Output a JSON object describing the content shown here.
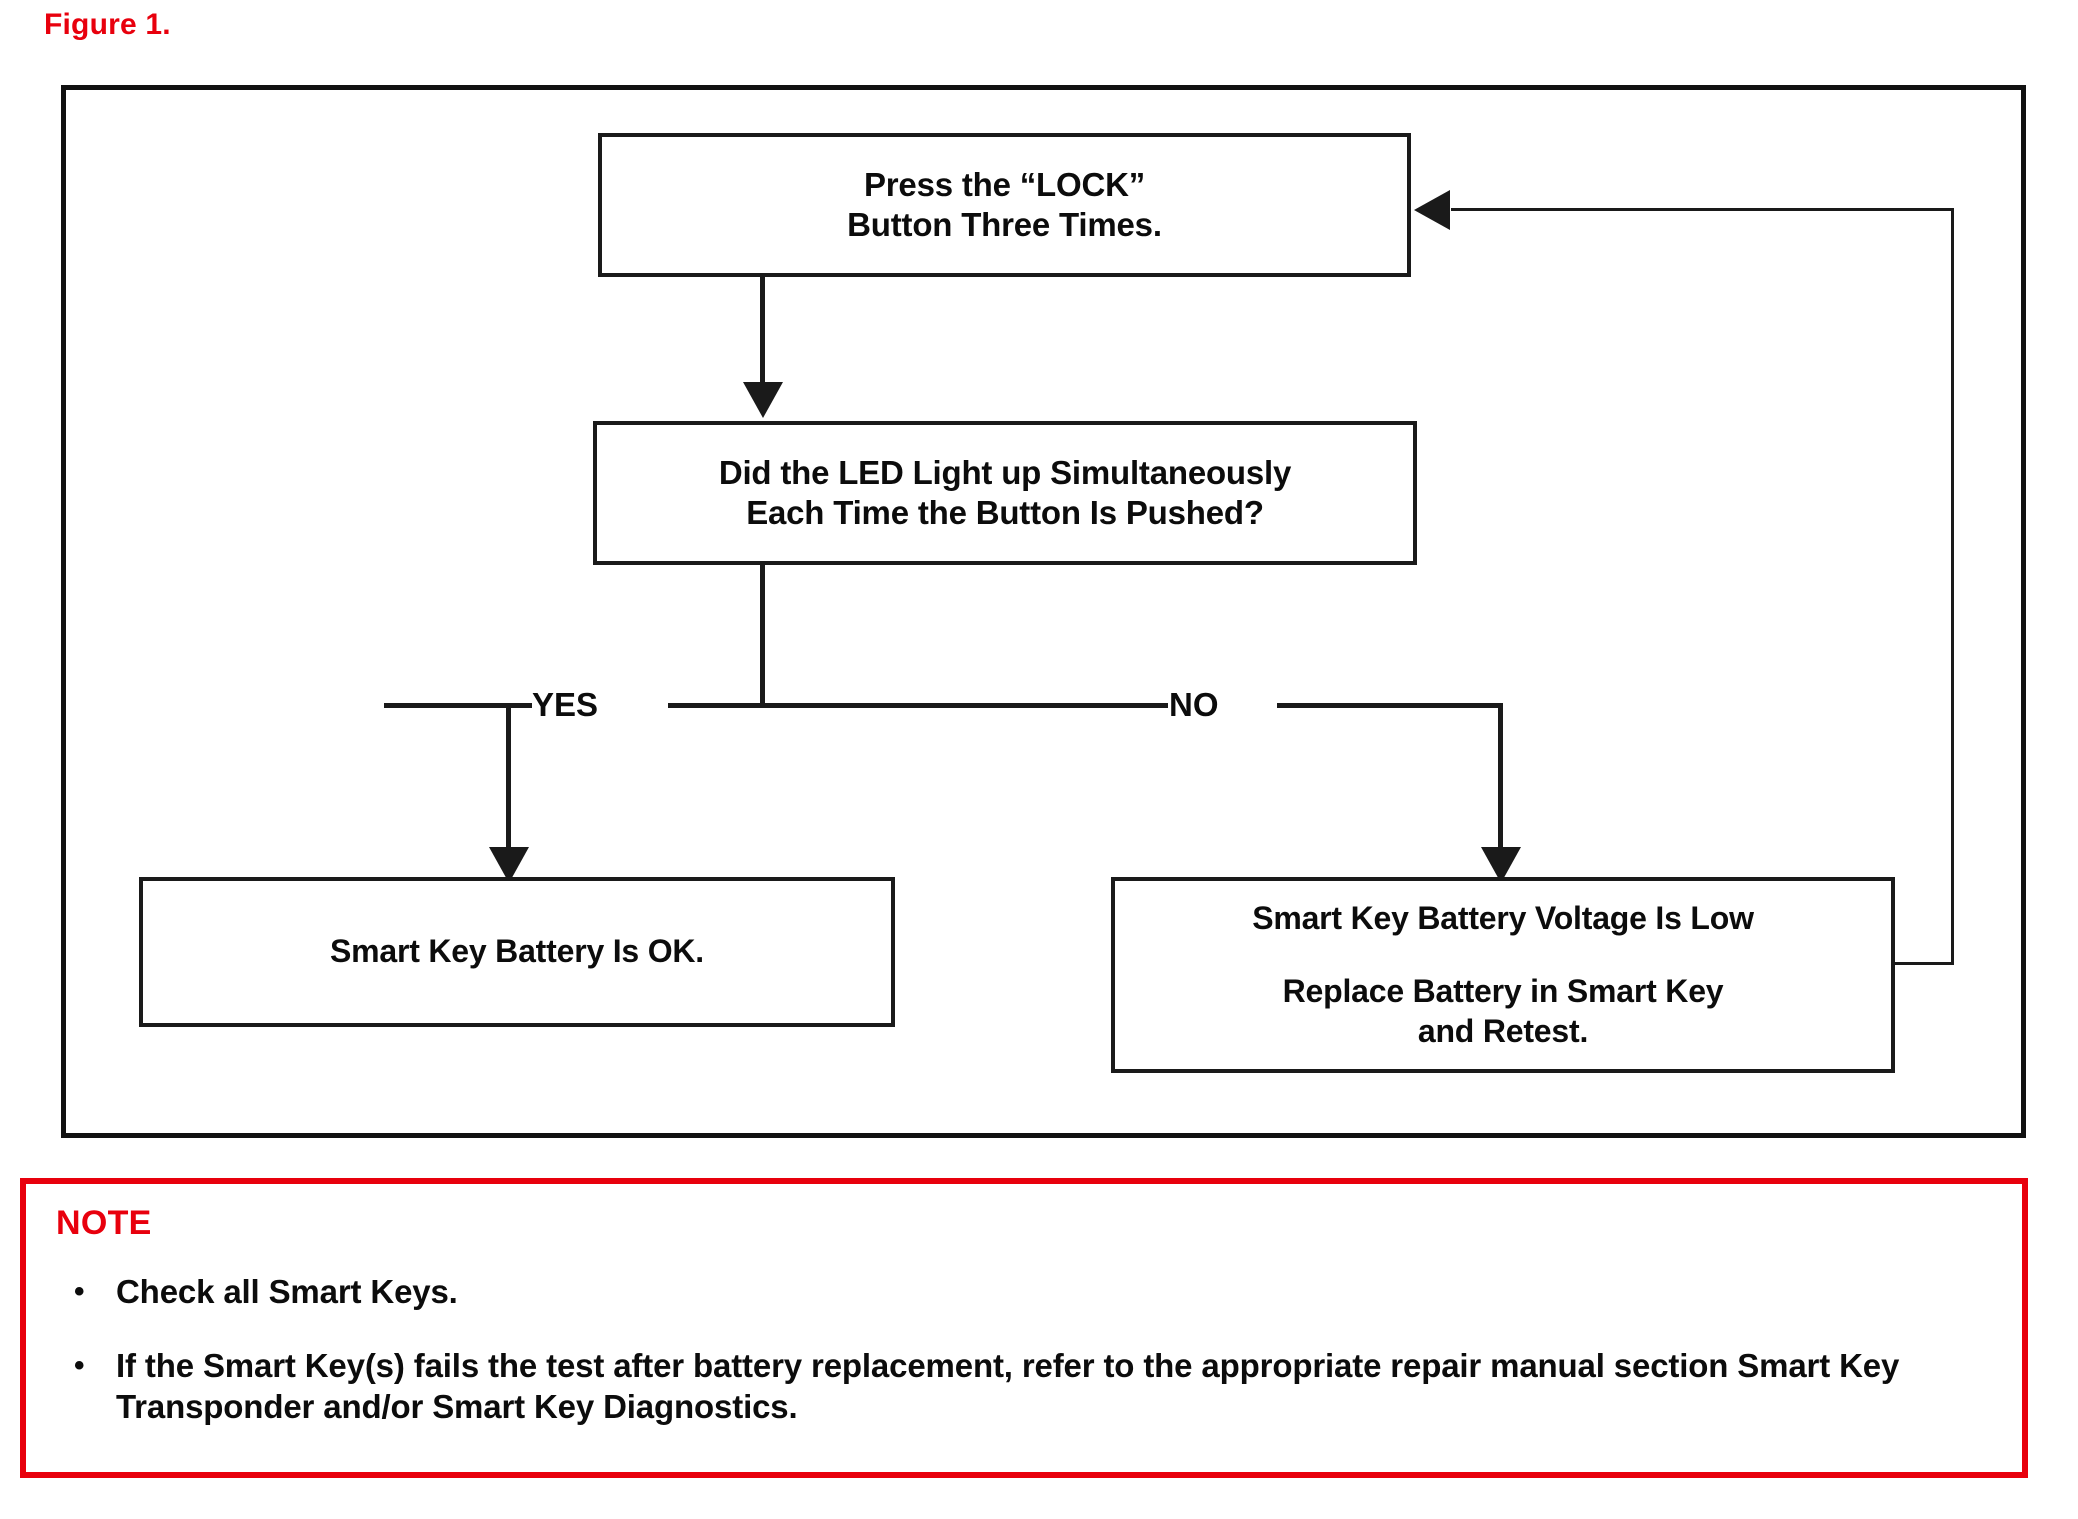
{
  "figure": {
    "label": "Figure 1.",
    "accent_color": "#e8000d",
    "line_color": "#1a1a1a"
  },
  "flowchart": {
    "nodes": [
      {
        "id": "press-lock",
        "lines": [
          "Press the “LOCK”",
          "Button Three Times."
        ]
      },
      {
        "id": "led-question",
        "lines": [
          "Did the LED Light up Simultaneously",
          "Each Time the Button Is Pushed?"
        ]
      },
      {
        "id": "battery-ok",
        "lines": [
          "Smart Key Battery Is OK."
        ]
      },
      {
        "id": "battery-low",
        "lines": [
          "Smart Key Battery Voltage Is Low",
          "Replace Battery in Smart Key",
          "and Retest."
        ]
      }
    ],
    "branch_labels": {
      "yes": "YES",
      "no": "NO"
    }
  },
  "note": {
    "title": "NOTE",
    "bullet_glyph": "•",
    "items": [
      "Check all Smart Keys.",
      "If the Smart Key(s) fails the test after battery replacement, refer to the appropriate repair manual section Smart Key Transponder and/or Smart Key Diagnostics."
    ]
  }
}
